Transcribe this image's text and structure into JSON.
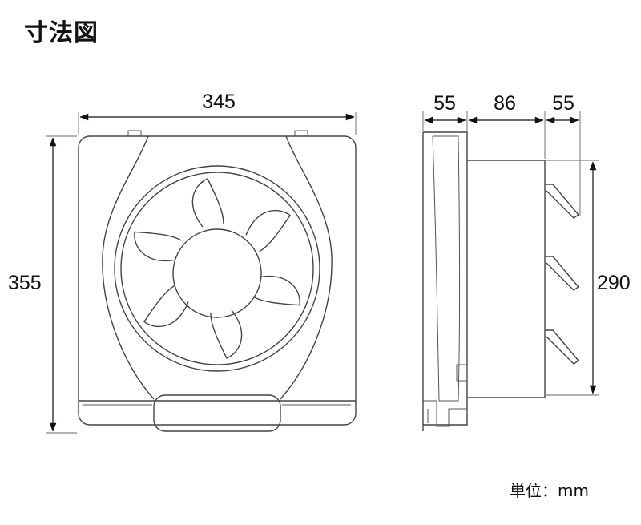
{
  "title": "寸法図",
  "unit_label": "単位：mm",
  "dimensions": {
    "width": "345",
    "height": "355",
    "side_depth_front": "55",
    "side_depth_middle": "86",
    "side_depth_back": "55",
    "shutter_height": "290"
  }
}
